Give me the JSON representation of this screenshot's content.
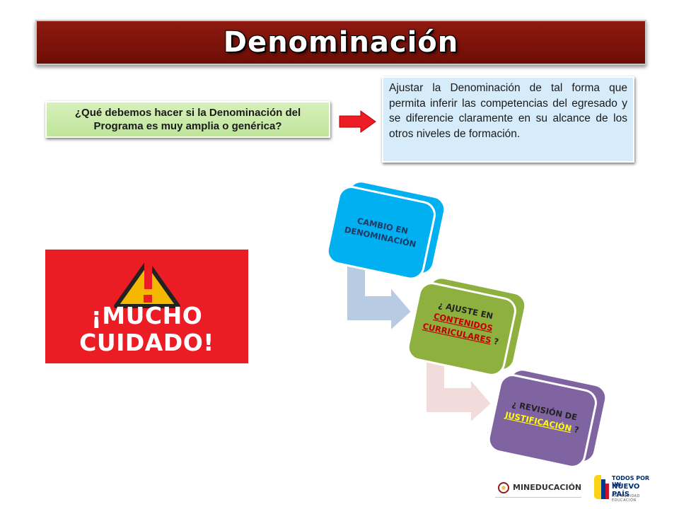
{
  "title": "Denominación",
  "question": "¿Qué debemos hacer si la Denominación del Programa es muy amplia o genérica?",
  "answer": "Ajustar la Denominación de tal forma que permita inferir las competencias del egresado y se diferencie claramente en su alcance de los otros niveles de formación.",
  "warning": {
    "line1": "¡MUCHO",
    "line2": "CUIDADO!"
  },
  "flow": {
    "step1": {
      "line1": "CAMBIO EN",
      "line2": "DENOMINACIÓN",
      "color": "#00b0f0"
    },
    "step2": {
      "line1": "¿ AJUSTE EN",
      "line2": "CONTENIDOS",
      "line3": "CURRICULARES",
      "suffix": " ?",
      "color": "#8db03f",
      "link_color": "#c00000"
    },
    "step3": {
      "line1": "¿ REVISIÓN DE",
      "line2": "JUSTIFICACIÓN",
      "suffix": " ?",
      "color": "#8064a2",
      "link_color": "#ffff00"
    }
  },
  "logos": {
    "ministry": "MINEDUCACIÓN",
    "country_line1": "TODOS POR UN",
    "country_line2": "NUEVO PAÍS",
    "country_line3": "PAZ EQUIDAD EDUCACIÓN"
  }
}
